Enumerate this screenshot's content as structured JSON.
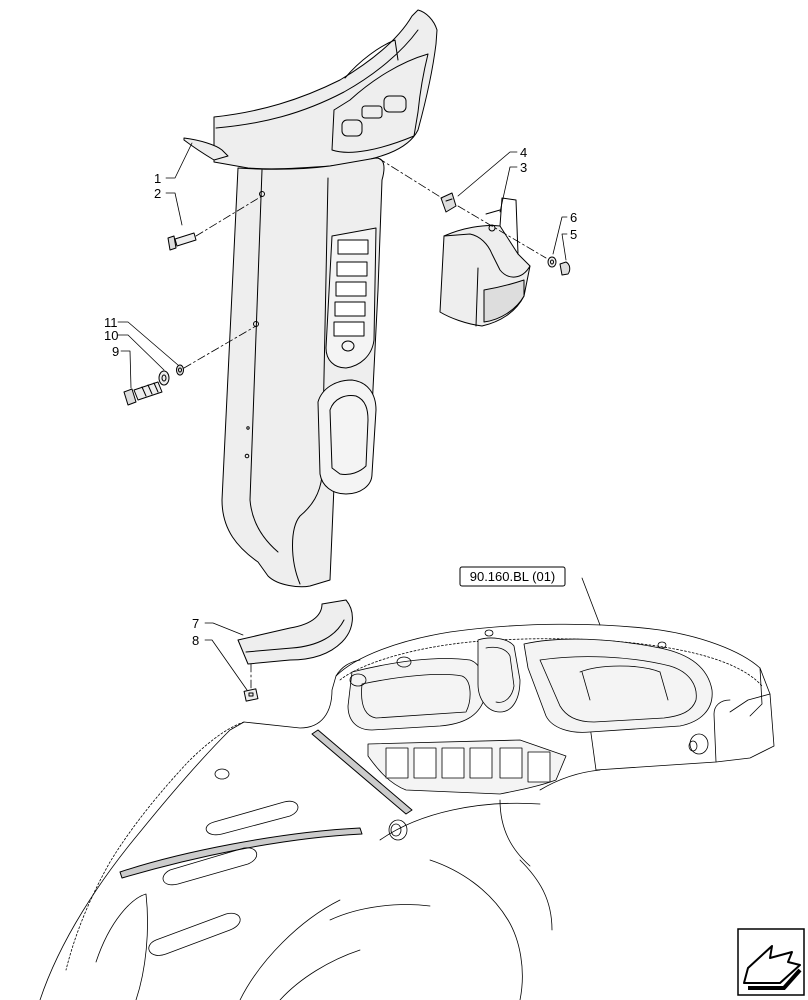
{
  "callouts": [
    "1",
    "2",
    "3",
    "4",
    "5",
    "6",
    "7",
    "8",
    "9",
    "10",
    "11"
  ],
  "reference_label": "90.160.BL (01)",
  "nav_icon": "next-page-arrow-icon"
}
